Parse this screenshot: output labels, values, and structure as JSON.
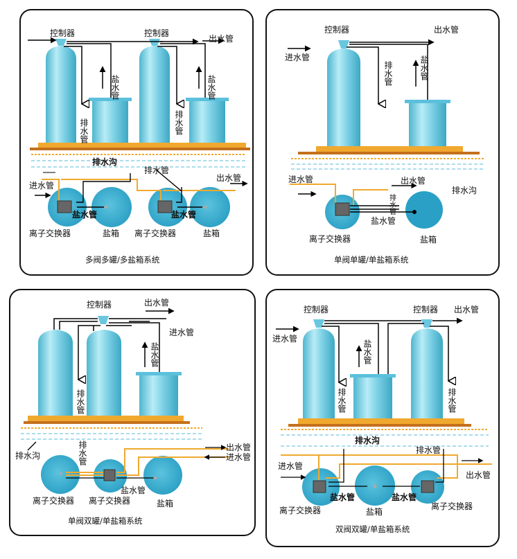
{
  "panels": [
    {
      "caption": "多阀多罐/多盐箱系统",
      "labels": {
        "controller1": "控制器",
        "controller2": "控制器",
        "outlet": "出水管",
        "brine1": "盐水管",
        "brine2": "盐水管",
        "drain1": "排水管",
        "drain2": "排水管",
        "ditch": "排水沟",
        "drain_pipe": "排水管",
        "inlet": "进水管",
        "outlet2": "出水管",
        "brine_pipe1": "盐水管",
        "brine_pipe2": "盐水管",
        "exchanger1": "离子交换器",
        "exchanger2": "离子交换器",
        "salt1": "盐箱",
        "salt2": "盐箱"
      }
    },
    {
      "caption": "单阀单罐/单盐箱系统",
      "labels": {
        "controller": "控制器",
        "outlet": "出水管",
        "inlet": "进水管",
        "drain": "排水管",
        "brine": "盐水管",
        "inlet2": "进水管",
        "outlet2": "出水管",
        "ditch": "排水沟",
        "drain2": "排水管",
        "brine_pipe": "盐水管",
        "exchanger": "离子交换器",
        "salt": "盐箱"
      }
    },
    {
      "caption": "单阀双罐/单盐箱系统",
      "labels": {
        "controller": "控制器",
        "outlet": "出水管",
        "inlet": "进水管",
        "brine": "盐水管",
        "drain": "排水管",
        "ditch": "排水沟",
        "drain2": "排水管",
        "outlet2": "出水管",
        "inlet2": "进水管",
        "brine_pipe": "盐水管",
        "exchanger1": "离子交换器",
        "exchanger2": "离子交换器",
        "salt": "盐箱"
      }
    },
    {
      "caption": "双阀双罐/单盐箱系统",
      "labels": {
        "controller1": "控制器",
        "controller2": "控制器",
        "outlet": "出水管",
        "inlet": "进水管",
        "brine": "盐水管",
        "drain1": "排水管",
        "drain2": "排水管",
        "ditch": "排水沟",
        "drain3": "排水管",
        "inlet2": "进水管",
        "outlet2": "出水管",
        "brine_pipe1": "盐水管",
        "brine_pipe2": "盐水管",
        "exchanger1": "离子交换器",
        "exchanger2": "离子交换器",
        "salt": "盐箱"
      }
    }
  ]
}
